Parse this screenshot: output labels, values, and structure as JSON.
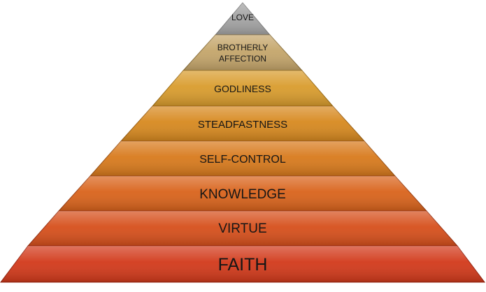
{
  "diagram": {
    "type": "pyramid",
    "tiers": [
      {
        "id": "love",
        "label": "LOVE",
        "color": "#a3a3a3"
      },
      {
        "id": "brotherly-affection",
        "label": "BROTHERLY AFFECTION",
        "lines": [
          "BROTHERLY",
          "AFFECTION"
        ],
        "color": "#c4a56a"
      },
      {
        "id": "godliness",
        "label": "GODLINESS",
        "color": "#d99c2d"
      },
      {
        "id": "steadfastness",
        "label": "STEADFASTNESS",
        "color": "#d7891f"
      },
      {
        "id": "self-control",
        "label": "SELF-CONTROL",
        "color": "#d87a1c"
      },
      {
        "id": "knowledge",
        "label": "KNOWLEDGE",
        "color": "#d9631b"
      },
      {
        "id": "virtue",
        "label": "VIRTUE",
        "color": "#d64f1b"
      },
      {
        "id": "faith",
        "label": "FAITH",
        "color": "#d2391a"
      }
    ]
  }
}
